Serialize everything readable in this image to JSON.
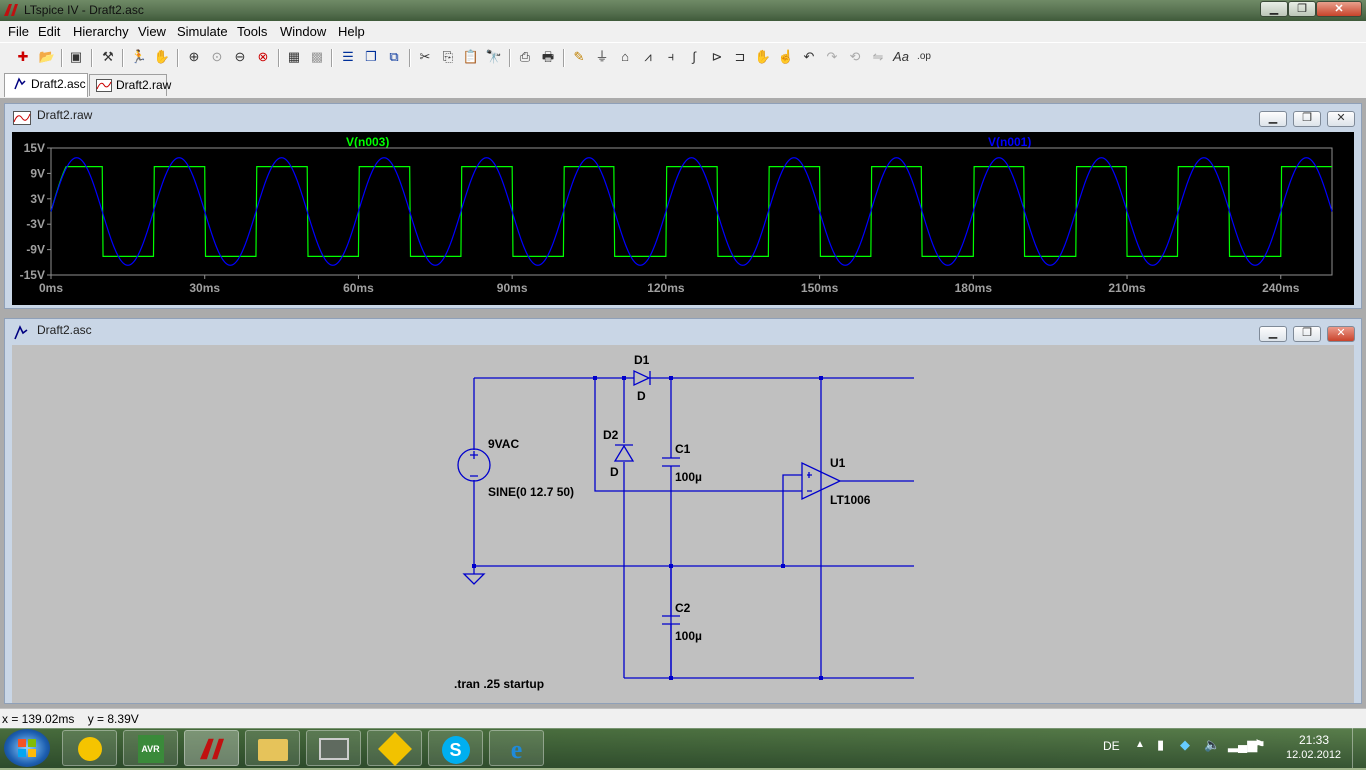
{
  "window": {
    "title": "LTspice IV - Draft2.asc"
  },
  "menu": [
    "File",
    "Edit",
    "Hierarchy",
    "View",
    "Simulate",
    "Tools",
    "Window",
    "Help"
  ],
  "tabs": [
    {
      "label": "Draft2.asc",
      "active": true
    },
    {
      "label": "Draft2.raw",
      "active": false
    }
  ],
  "waveform": {
    "title": "Draft2.raw",
    "chart_data": {
      "type": "line",
      "xlabel": "",
      "ylabel": "",
      "x_unit": "ms",
      "xlim": [
        0,
        250
      ],
      "ylim": [
        -15,
        15
      ],
      "x_ticks": [
        "0ms",
        "30ms",
        "60ms",
        "90ms",
        "120ms",
        "150ms",
        "180ms",
        "210ms",
        "240ms"
      ],
      "y_ticks": [
        "15V",
        "9V",
        "3V",
        "-3V",
        "-9V",
        "-15V"
      ],
      "series": [
        {
          "name": "V(n003)",
          "color": "#00ff00",
          "shape": "square",
          "amplitude": 10.6,
          "frequency_hz": 50
        },
        {
          "name": "V(n001)",
          "color": "#0000ff",
          "shape": "sine",
          "amplitude": 12.7,
          "frequency_hz": 50
        }
      ]
    }
  },
  "schematic": {
    "title": "Draft2.asc",
    "labels": {
      "d1": "D1",
      "d1_model": "D",
      "d2": "D2",
      "d2_model": "D",
      "c1": "C1",
      "c1_value": "100µ",
      "c2": "C2",
      "c2_value": "100µ",
      "src_name": "9VAC",
      "src_value": "SINE(0 12.7 50)",
      "u1": "U1",
      "u1_model": "LT1006",
      "directive": ".tran .25 startup"
    },
    "wire_color": "#0000cc"
  },
  "status": {
    "cursor": "x = 139.02ms    y = 8.39V"
  },
  "tray": {
    "lang": "DE",
    "time": "21:33",
    "date": "12.02.2012"
  }
}
